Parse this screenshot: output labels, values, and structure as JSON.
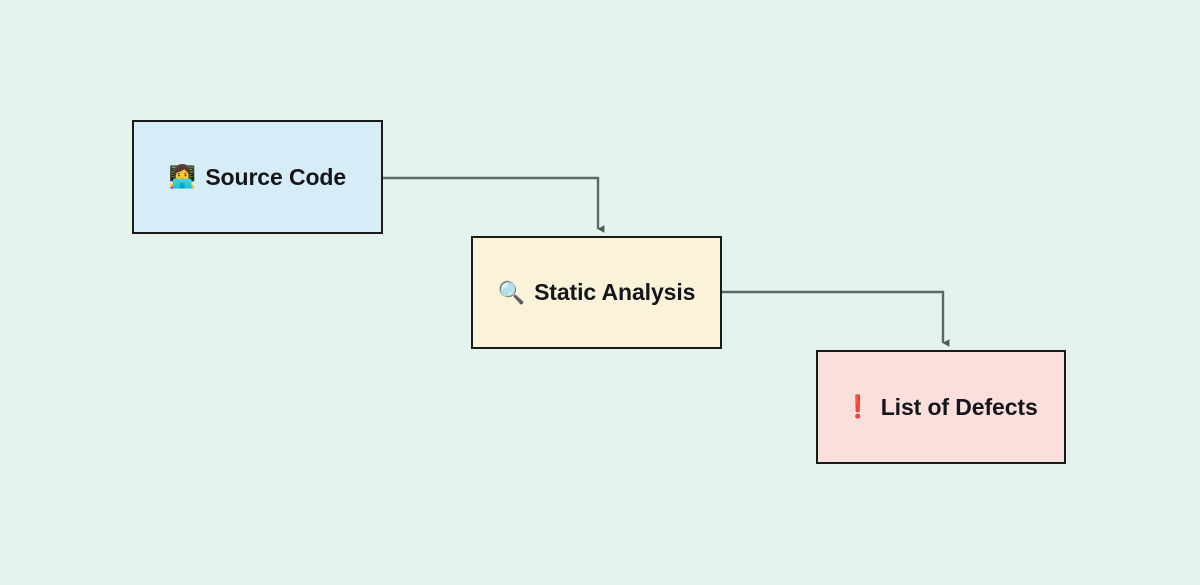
{
  "diagram": {
    "type": "flowchart",
    "background_color": "#e4f4ec",
    "direction": "left-to-right staircase",
    "nodes": [
      {
        "id": "source-code",
        "label": "Source Code",
        "emoji": "👩‍💻",
        "emoji_name": "technologist-emoji",
        "fill_color": "#d6ecf7",
        "border_color": "#1b1b1b"
      },
      {
        "id": "static-analysis",
        "label": "Static Analysis",
        "emoji": "🔍",
        "emoji_name": "magnifying-glass-icon",
        "fill_color": "#faf3da",
        "border_color": "#1b1b1b"
      },
      {
        "id": "list-of-defects",
        "label": "List of Defects",
        "emoji": "❗",
        "emoji_name": "exclamation-mark-icon",
        "fill_color": "#fadfdc",
        "border_color": "#1b1b1b"
      }
    ],
    "edges": [
      {
        "id": "edge-source-to-analysis",
        "from": "source-code",
        "to": "static-analysis",
        "style": "orthogonal-elbow",
        "color": "#5b6b63",
        "arrowhead": "filled-triangle"
      },
      {
        "id": "edge-analysis-to-defects",
        "from": "static-analysis",
        "to": "list-of-defects",
        "style": "orthogonal-elbow",
        "color": "#5b6b63",
        "arrowhead": "filled-triangle"
      }
    ]
  }
}
